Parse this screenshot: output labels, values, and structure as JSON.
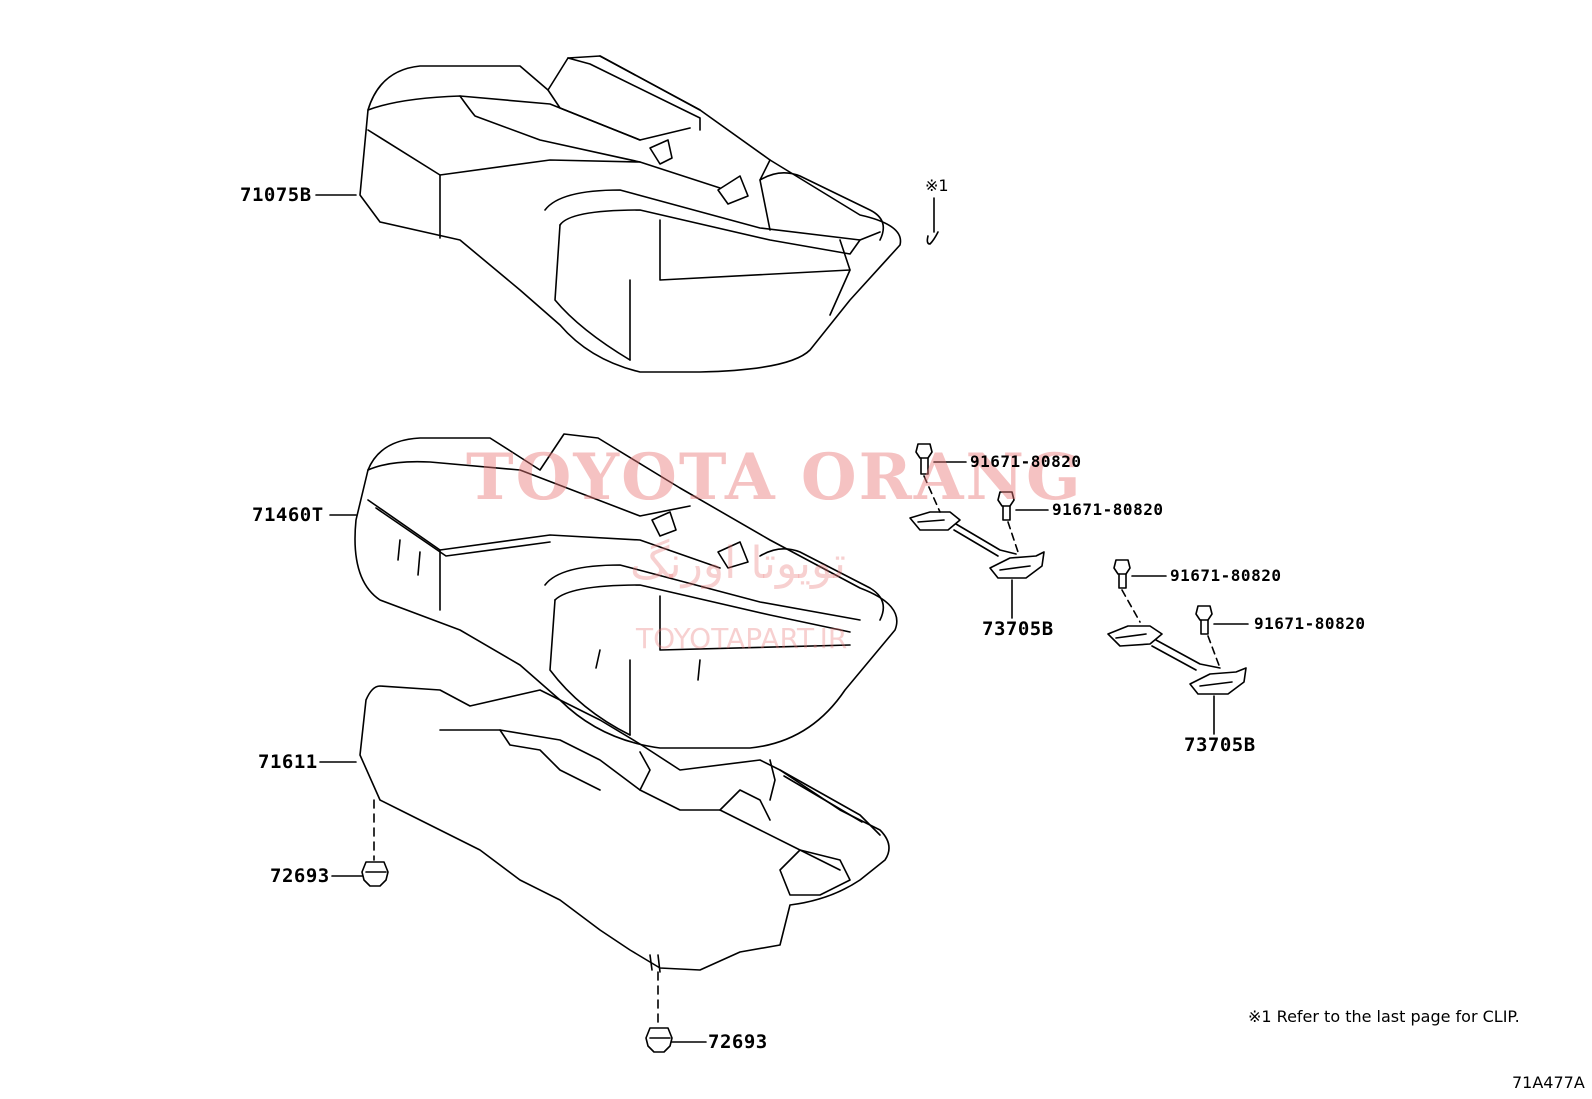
{
  "watermark": {
    "main": "TOYOTA ORANG",
    "persian": "تویوتا اورنگ",
    "url": "TOYOTAPART.IR"
  },
  "parts": {
    "cover_top": "71075B",
    "cover_bottom": "71460T",
    "pad": "71611",
    "clip_left": "72693",
    "clip_bottom": "72693",
    "bolt_1": "91671-80820",
    "bolt_2": "91671-80820",
    "bolt_3": "91671-80820",
    "bolt_4": "91671-80820",
    "hook_1": "73705B",
    "hook_2": "73705B"
  },
  "ref_mark": "※1",
  "note": "※1 Refer to the last page for CLIP.",
  "diagram_id": "71A477A"
}
